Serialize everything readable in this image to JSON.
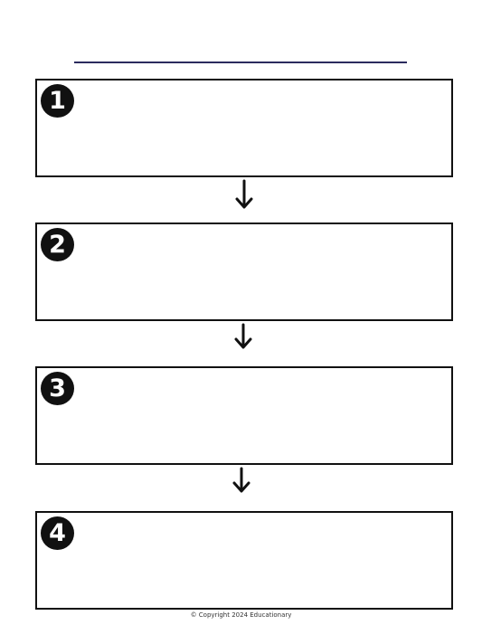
{
  "steps": [
    {
      "number": "1"
    },
    {
      "number": "2"
    },
    {
      "number": "3"
    },
    {
      "number": "4"
    }
  ],
  "footer": {
    "copyright": "© Copyright 2024 Educationary"
  }
}
